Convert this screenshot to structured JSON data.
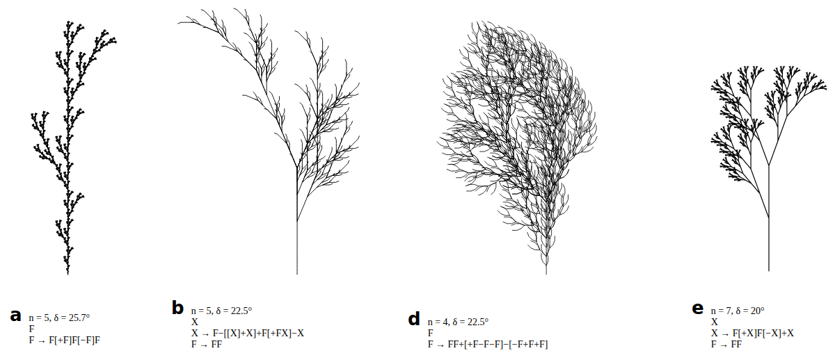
{
  "diagram": {
    "labels": [
      "a",
      "n = 5, δ = 25.7°",
      "F",
      "F → F[+F]F[−F]F",
      "b",
      "n = 5, δ = 22.5°",
      "X",
      "X → F−[[X]+X]+F[+FX]−X",
      "F → FF",
      "d",
      "n = 4, δ = 22.5°",
      "F",
      "F → FF+[+F−F−F]−[−F+F+F]",
      "e",
      "n = 7, δ = 20°",
      "X",
      "X → F[+X]F[−X]+X",
      "F → FF"
    ]
  }
}
